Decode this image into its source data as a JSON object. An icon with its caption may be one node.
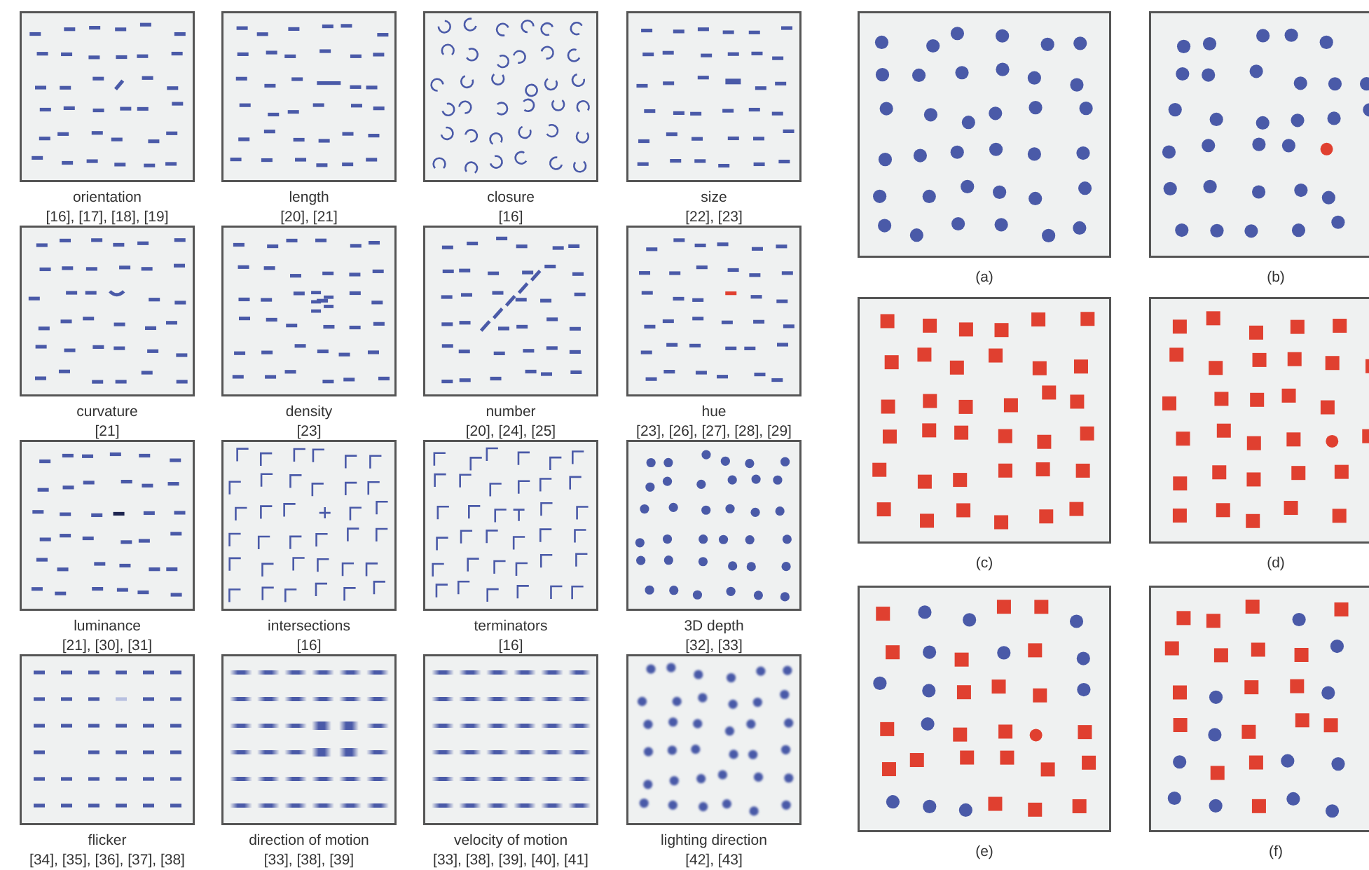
{
  "diagram": {
    "labels": [
      "orientation",
      "[16], [17], [18], [19]",
      "length",
      "[20], [21]",
      "closure",
      "[16]",
      "size",
      "[22], [23]",
      "curvature",
      "[21]",
      "density",
      "[23]",
      "number",
      "[20], [24], [25]",
      "hue",
      "[23], [26], [27], [28], [29]",
      "luminance",
      "[21], [30], [31]",
      "intersections",
      "[16]",
      "terminators",
      "[16]",
      "3D depth",
      "[32], [33]",
      "flicker",
      "[34], [35], [36], [37], [38]",
      "direction of motion",
      "[33], [38], [39]",
      "velocity of motion",
      "[33], [38], [39], [40], [41]",
      "lighting direction",
      "[42], [43]",
      "(a)",
      "(b)",
      "(c)",
      "(d)",
      "(e)",
      "(f)"
    ]
  }
}
